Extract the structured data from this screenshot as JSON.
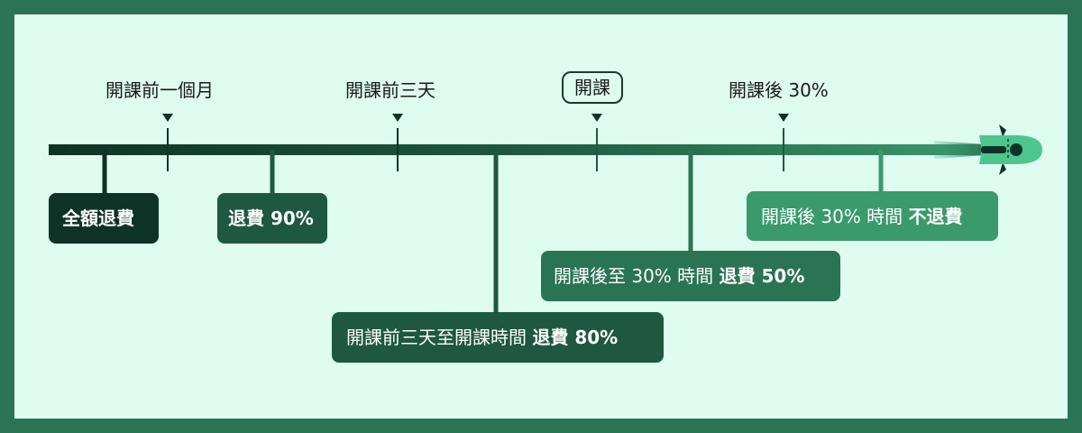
{
  "milestones": [
    {
      "label": "開課前一個月"
    },
    {
      "label": "開課前三天"
    },
    {
      "label": "開課"
    },
    {
      "label": "開課後 30%"
    }
  ],
  "refund_rules": [
    {
      "period": "",
      "refund": "全額退費"
    },
    {
      "period": "",
      "refund": "退費 90%"
    },
    {
      "period": "開課前三天至開課時間",
      "refund": "退費 80%"
    },
    {
      "period": "開課後至 30% 時間",
      "refund": "退費 50%"
    },
    {
      "period": "開課後 30% 時間",
      "refund": "不退費"
    }
  ],
  "colors": {
    "frame": "#2a7453",
    "background": "#dffcf0",
    "dark": "#0e3326",
    "medium_dark": "#1e5840",
    "medium": "#2a7453",
    "light": "#3a9a6c",
    "rocket": "#4cc68e"
  },
  "icons": [
    "rocket-icon",
    "triangle-marker-icon"
  ]
}
